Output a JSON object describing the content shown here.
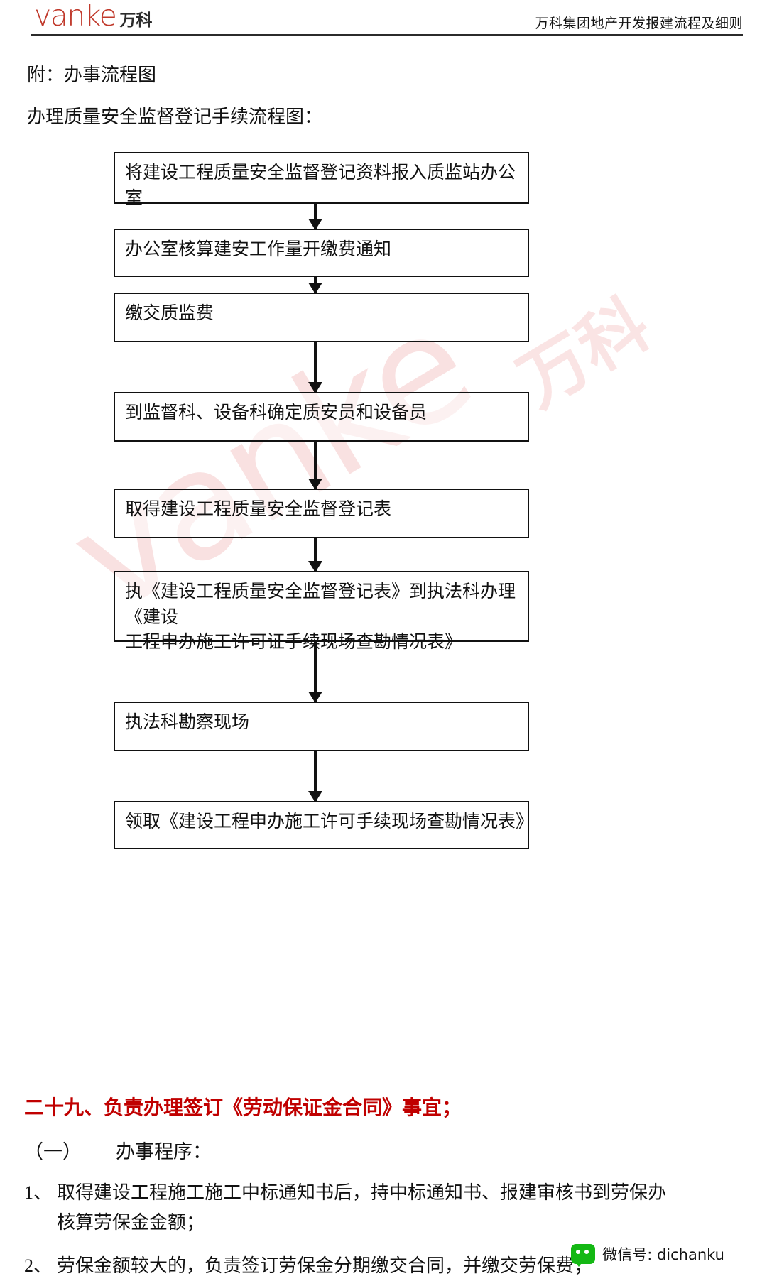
{
  "header": {
    "logo_latin": "vanke",
    "logo_cn": "万科",
    "title": "万科集团地产开发报建流程及细则"
  },
  "watermark": {
    "latin": "vanke",
    "cn": "万科"
  },
  "intro": {
    "line1": "附：办事流程图",
    "line2": "办理质量安全监督登记手续流程图："
  },
  "flowchart": {
    "type": "flowchart",
    "orientation": "vertical",
    "connector": "down-arrow",
    "nodes": [
      {
        "id": "n1",
        "text": "将建设工程质量安全监督登记资料报入质监站办公室"
      },
      {
        "id": "n2",
        "text": "办公室核算建安工作量开缴费通知"
      },
      {
        "id": "n3",
        "text": "缴交质监费"
      },
      {
        "id": "n4",
        "text": "到监督科、设备科确定质安员和设备员"
      },
      {
        "id": "n5",
        "text": "取得建设工程质量安全监督登记表"
      },
      {
        "id": "n6",
        "text": "执《建设工程质量安全监督登记表》到执法科办理《建设\n工程申办施工许可证手续现场查勘情况表》"
      },
      {
        "id": "n7",
        "text": "执法科勘察现场"
      },
      {
        "id": "n8",
        "text": "领取《建设工程申办施工许可手续现场查勘情况表》"
      }
    ]
  },
  "section": {
    "heading": "二十九、负责办理签订《劳动保证金合同》事宜；",
    "heading_color": "#c00000",
    "subheading_label": "（一）",
    "subheading_text": "办事程序：",
    "items": [
      {
        "num": "1、",
        "line1": "取得建设工程施工施工中标通知书后，持中标通知书、报建审核书到劳保办",
        "line2": "核算劳保金金额；"
      },
      {
        "num": "2、",
        "line1": "劳保金额较大的，负责签订劳保金分期缴交合同，并缴交劳保费；",
        "line2": ""
      }
    ]
  },
  "footer": {
    "icon": "wechat-icon",
    "text": "微信号: dichanku"
  }
}
